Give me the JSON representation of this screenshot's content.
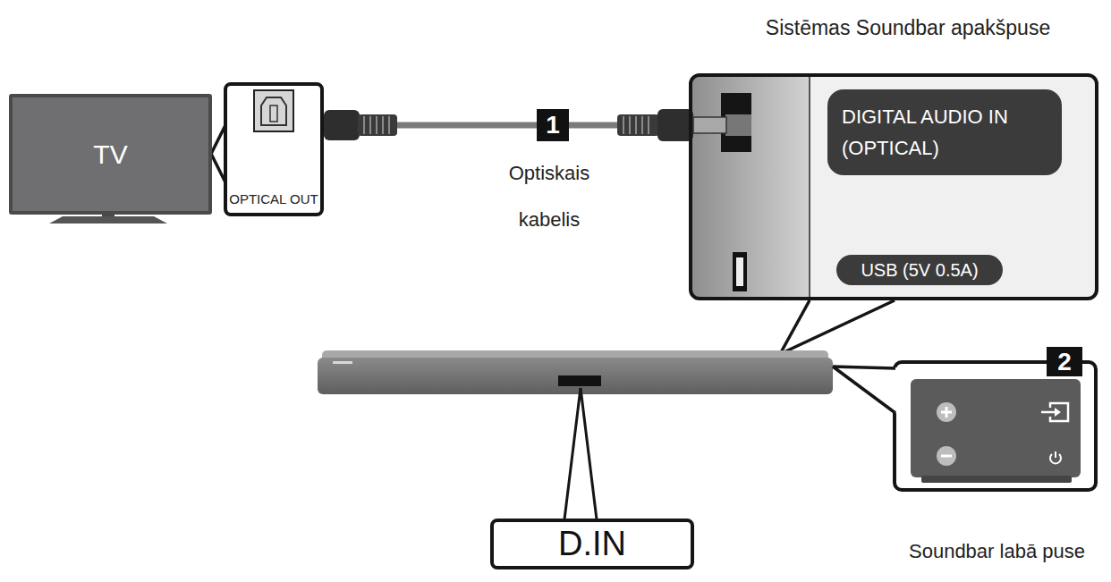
{
  "diagram": {
    "nodes": [
      {
        "text": [
          "TV"
        ]
      },
      {
        "text": [
          "OPTICAL OUT"
        ]
      },
      {
        "text": [
          "Sistēmas Soundbar apakšpuse"
        ]
      },
      {
        "text": [
          "DIGITAL AUDIO IN (OPTICAL)"
        ],
        "in": 2
      },
      {
        "text": [
          "USB (5V 0.5A)"
        ],
        "in": 2
      },
      {
        "text": [
          "D.IN"
        ]
      }
    ],
    "edges": [
      {
        "from": 1,
        "to": 2,
        "arrow": "none",
        "label": "1"
      }
    ],
    "labels": [
      "Optiskais kabelis",
      "2",
      "Soundbar labā puse"
    ]
  }
}
